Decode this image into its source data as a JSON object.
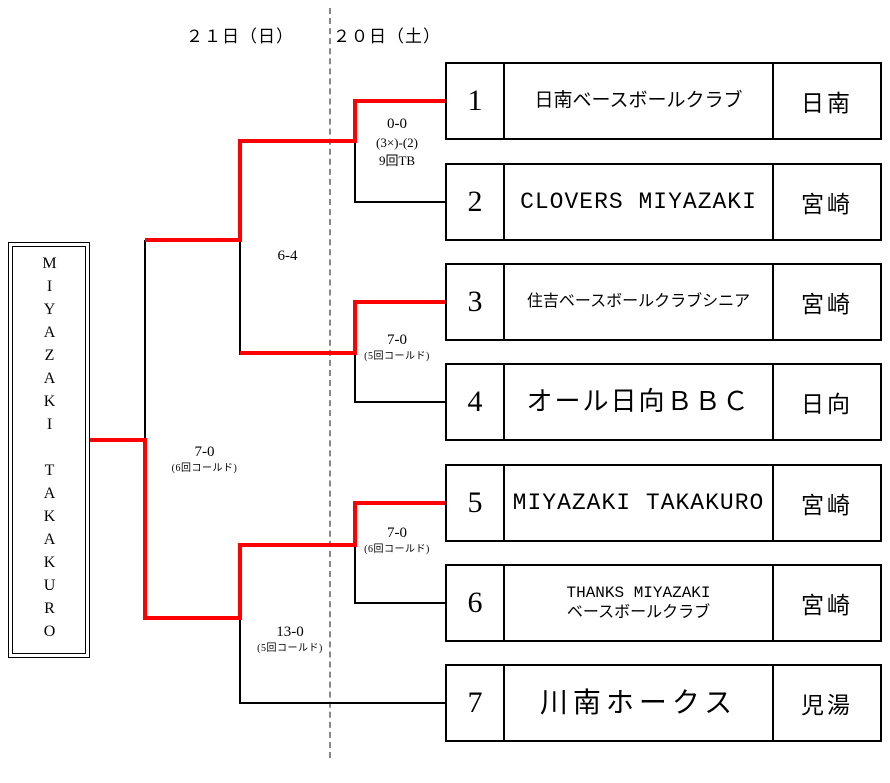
{
  "colors": {
    "line": "#000000",
    "winner_path": "#ff0000",
    "separator": "#888888"
  },
  "headers": {
    "date_left": "２１日（日）",
    "date_right": "２０日（土）"
  },
  "champion": {
    "name": "MIYAZAKI TAKAKURO"
  },
  "teams": [
    {
      "seed": "1",
      "name": "日南ベースボールクラブ",
      "region": "日南"
    },
    {
      "seed": "2",
      "name": "CLOVERS MIYAZAKI",
      "region": "宮崎"
    },
    {
      "seed": "3",
      "name": "住吉ベースボールクラブシニア",
      "region": "宮崎"
    },
    {
      "seed": "4",
      "name": "オール日向ＢＢＣ",
      "region": "日向"
    },
    {
      "seed": "5",
      "name": "MIYAZAKI TAKAKURO",
      "region": "宮崎"
    },
    {
      "seed": "6",
      "name_lines": [
        "THANKS MIYAZAKI",
        "ベースボールクラブ"
      ],
      "region": "宮崎"
    },
    {
      "seed": "7",
      "name": "川南ホークス",
      "region": "児湯"
    }
  ],
  "matches": {
    "round1_m12": {
      "score": "0-0",
      "detail": "(3×)-(2)",
      "note": "9回TB",
      "winner": "日南ベースボールクラブ"
    },
    "round1_m34": {
      "score": "7-0",
      "note": "(5回コールド)",
      "winner": "住吉ベースボールクラブシニア"
    },
    "round1_m56": {
      "score": "7-0",
      "note": "(6回コールド)",
      "winner": "MIYAZAKI TAKAKURO"
    },
    "semifinal_upper": {
      "score": "6-4",
      "winner": "日南ベースボールクラブ"
    },
    "semifinal_lower": {
      "score": "13-0",
      "note": "(5回コールド)",
      "winner": "MIYAZAKI TAKAKURO"
    },
    "final": {
      "score": "7-0",
      "note": "(6回コールド)",
      "winner": "MIYAZAKI TAKAKURO"
    }
  }
}
